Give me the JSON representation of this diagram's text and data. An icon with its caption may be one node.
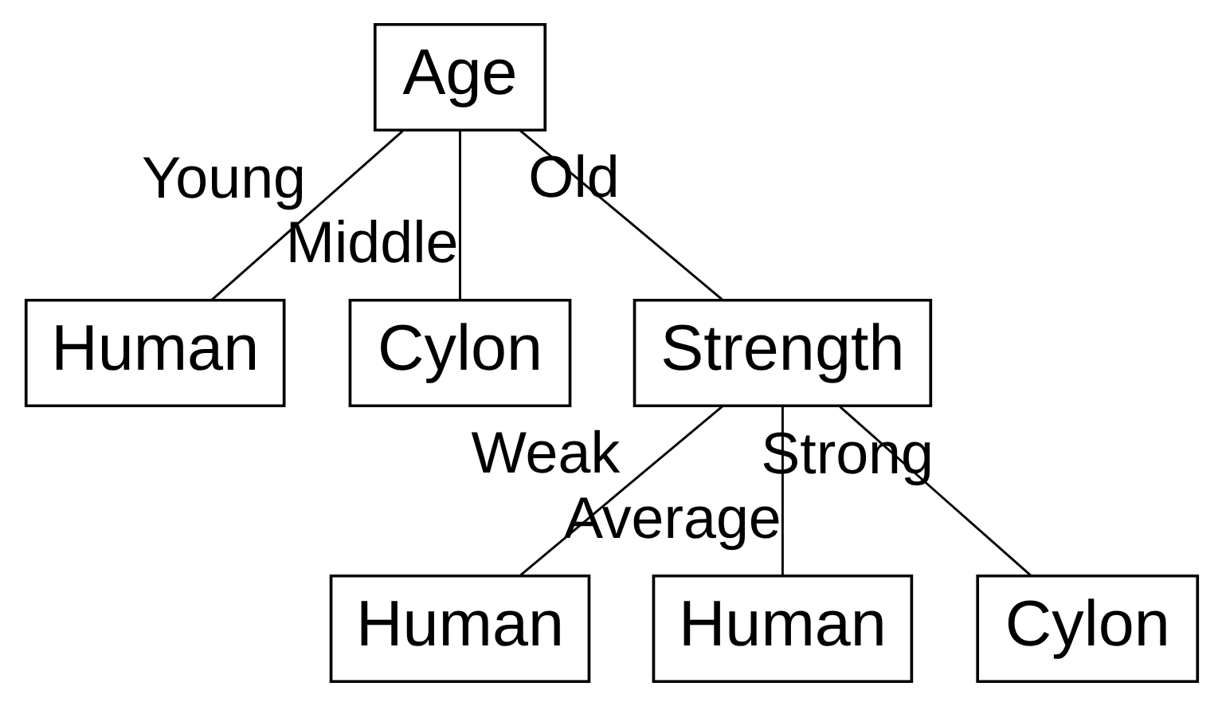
{
  "diagram": {
    "nodes": [
      {
        "text": [
          "Age"
        ]
      },
      {
        "text": [
          "Human"
        ]
      },
      {
        "text": [
          "Cylon"
        ]
      },
      {
        "text": [
          "Strength"
        ]
      },
      {
        "text": [
          "Human"
        ]
      },
      {
        "text": [
          "Human"
        ]
      },
      {
        "text": [
          "Cylon"
        ]
      }
    ],
    "edges": [
      {
        "from": 0,
        "to": 1,
        "arrow": "none",
        "label": "Young"
      },
      {
        "from": 0,
        "to": 2,
        "arrow": "none",
        "label": "Middle"
      },
      {
        "from": 0,
        "to": 3,
        "arrow": "none",
        "label": "Old"
      },
      {
        "from": 3,
        "to": 4,
        "arrow": "none",
        "label": "Weak"
      },
      {
        "from": 3,
        "to": 5,
        "arrow": "none",
        "label": "Average"
      },
      {
        "from": 3,
        "to": 6,
        "arrow": "none",
        "label": "Strong"
      }
    ]
  }
}
